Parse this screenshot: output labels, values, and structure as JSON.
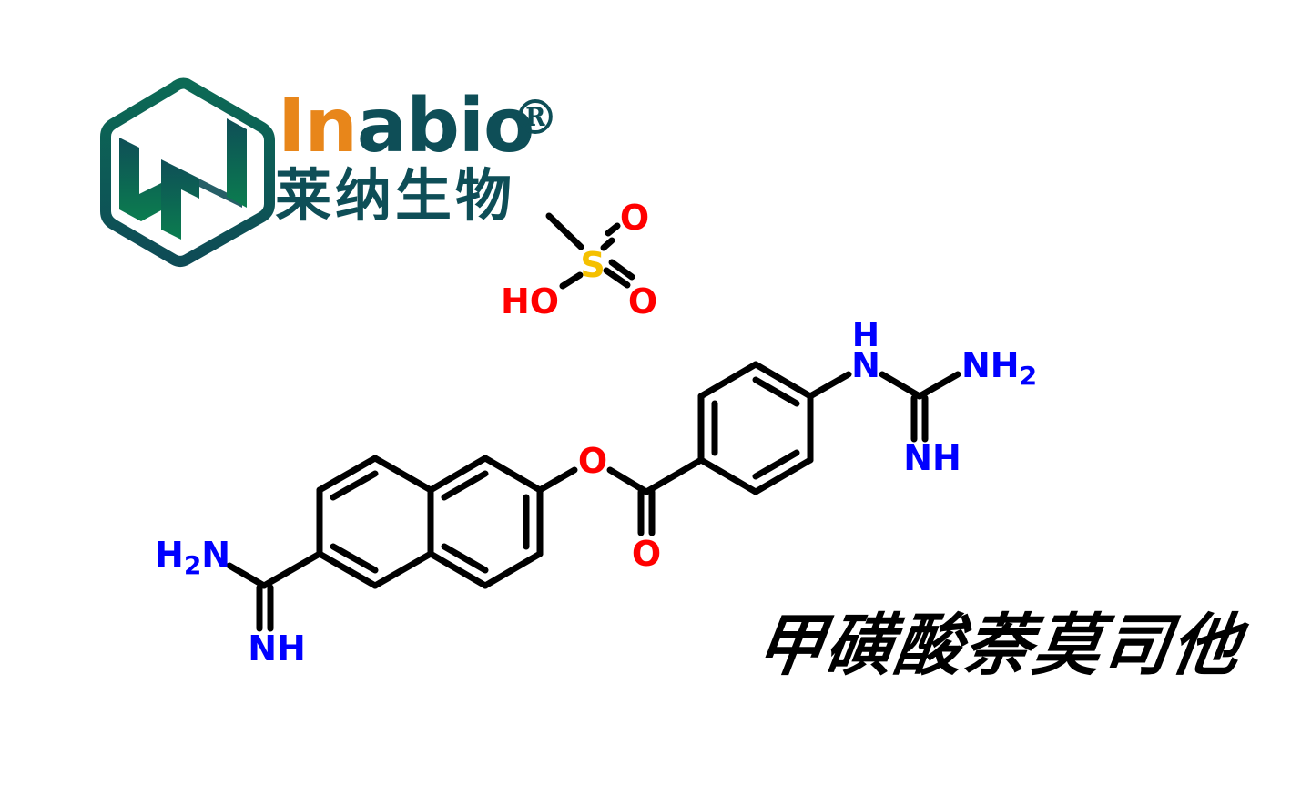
{
  "logo": {
    "brand_prefix": "In",
    "brand_suffix": "abio",
    "brand_chinese": "莱纳生物",
    "registered_mark": "®",
    "icon": "hexagon-h-logo-icon",
    "colors": {
      "orange": "#e8861a",
      "dark_teal": "#0e4e57",
      "green": "#0b7a4f"
    }
  },
  "compound": {
    "name_chinese": "甲磺酸萘莫司他",
    "colors": {
      "bond": "#000000",
      "oxygen": "#ff0000",
      "nitrogen": "#0000ff",
      "sulfur": "#f5c000"
    }
  },
  "atoms": {
    "mesylate": {
      "sulfur": "S",
      "oxygen_top": "O",
      "oxygen_right": "O",
      "hydroxyl": "HO"
    },
    "ester": {
      "bridge_oxygen": "O",
      "carbonyl_oxygen": "O"
    },
    "guanidine": {
      "nh_h": "H",
      "nh_n": "N",
      "nh2": "NH",
      "nh2_sub": "2",
      "imine": "NH"
    },
    "amidine": {
      "h2n_h": "H",
      "h2n_sub": "2",
      "h2n_n": "N",
      "imine": "NH"
    }
  }
}
